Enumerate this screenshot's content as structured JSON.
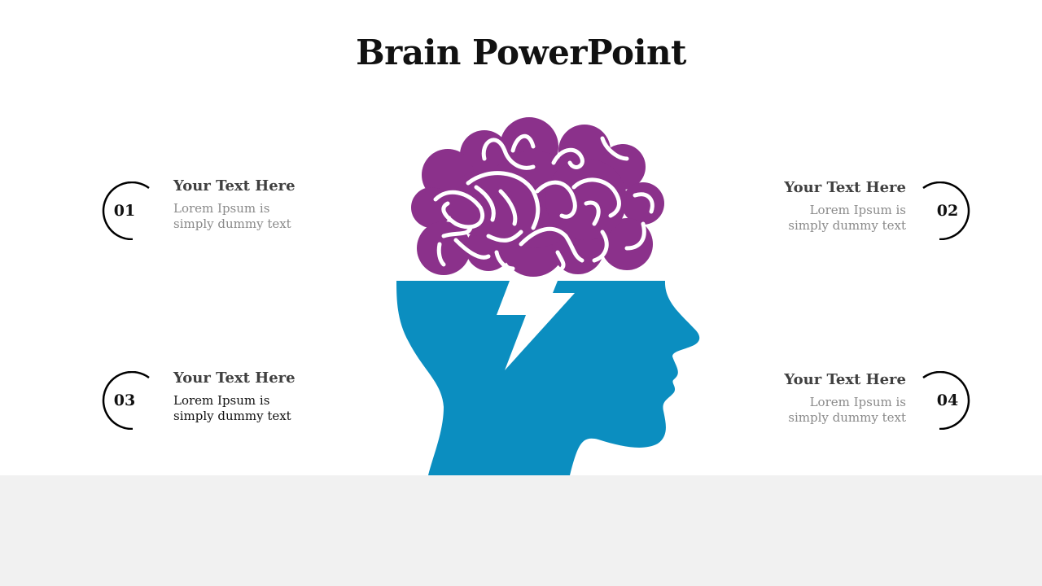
{
  "title": "Brain PowerPoint",
  "items": [
    {
      "number": "01",
      "heading": "Your Text Here",
      "text": "Lorem Ipsum is simply dummy text"
    },
    {
      "number": "02",
      "heading": "Your Text Here",
      "text": "Lorem Ipsum is simply dummy text"
    },
    {
      "number": "03",
      "heading": "Your Text Here",
      "text": "Lorem Ipsum is simply dummy text"
    },
    {
      "number": "04",
      "heading": "Your Text Here",
      "text": "Lorem Ipsum is simply dummy text"
    }
  ],
  "colors": {
    "head": "#0b8ec0",
    "brain": "#8b318b",
    "text_dark": "#404040",
    "text_light": "#8a8a8a"
  }
}
